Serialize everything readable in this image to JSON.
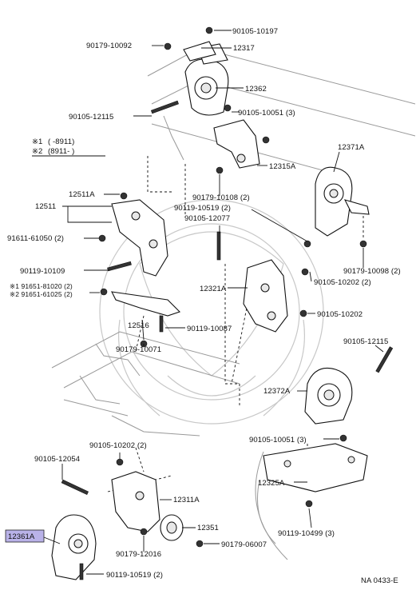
{
  "diagram": {
    "legend": {
      "note1_mark": "※1",
      "note1_range": "(      -8911)",
      "note2_mark": "※2",
      "note2_range": "(8911-        )"
    },
    "footer_code": "NA 0433-E",
    "highlighted_part": "12361A",
    "labels": [
      "90105-10197",
      "90179-10092",
      "12317",
      "12362",
      "90105-12115",
      "90105-10051 (3)",
      "12371A",
      "12315A",
      "12511A",
      "12511",
      "91611-61050 (2)",
      "90179-10108 (2)",
      "90119-10519 (2)",
      "90105-12077",
      "90119-10109",
      "※1 91651-81020 (2)",
      "※2 91651-61025 (2)",
      "12321A",
      "90179-10098 (2)",
      "90105-10202 (2)",
      "12516",
      "90105-10202",
      "90119-10087",
      "90179-10071",
      "90105-12115",
      "12372A",
      "90105-10202 (2)",
      "90105-10051 (3)",
      "90105-12054",
      "12325A",
      "12311A",
      "12351",
      "90119-10499 (3)",
      "90179-12016",
      "90179-06007",
      "90119-10519 (2)"
    ]
  }
}
